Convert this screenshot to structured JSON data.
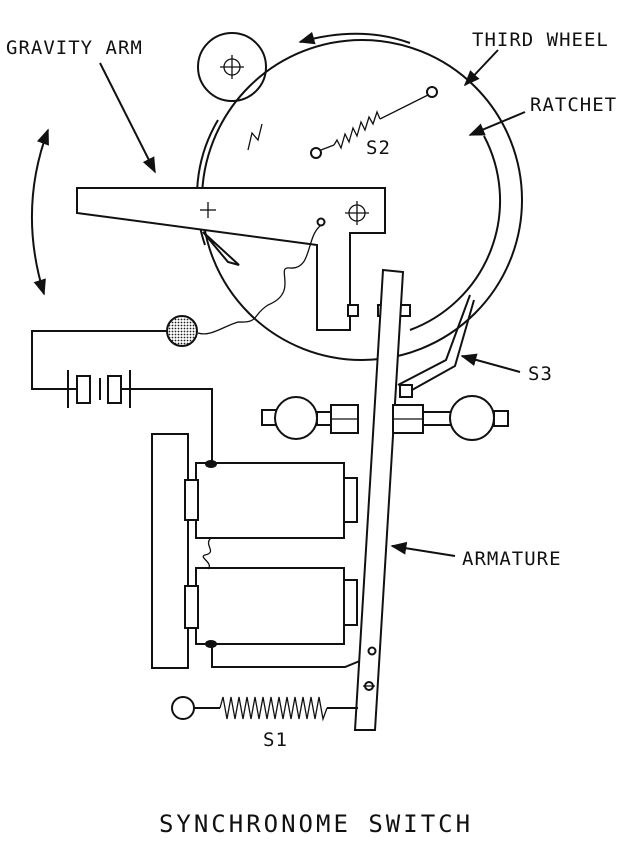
{
  "labels": {
    "gravity_arm": "GRAVITY ARM",
    "third_wheel": "THIRD WHEEL",
    "ratchet": "RATCHET",
    "s2": "S2",
    "s3": "S3",
    "armature": "ARMATURE",
    "s1": "S1"
  },
  "title": "SYNCHRONOME SWITCH"
}
